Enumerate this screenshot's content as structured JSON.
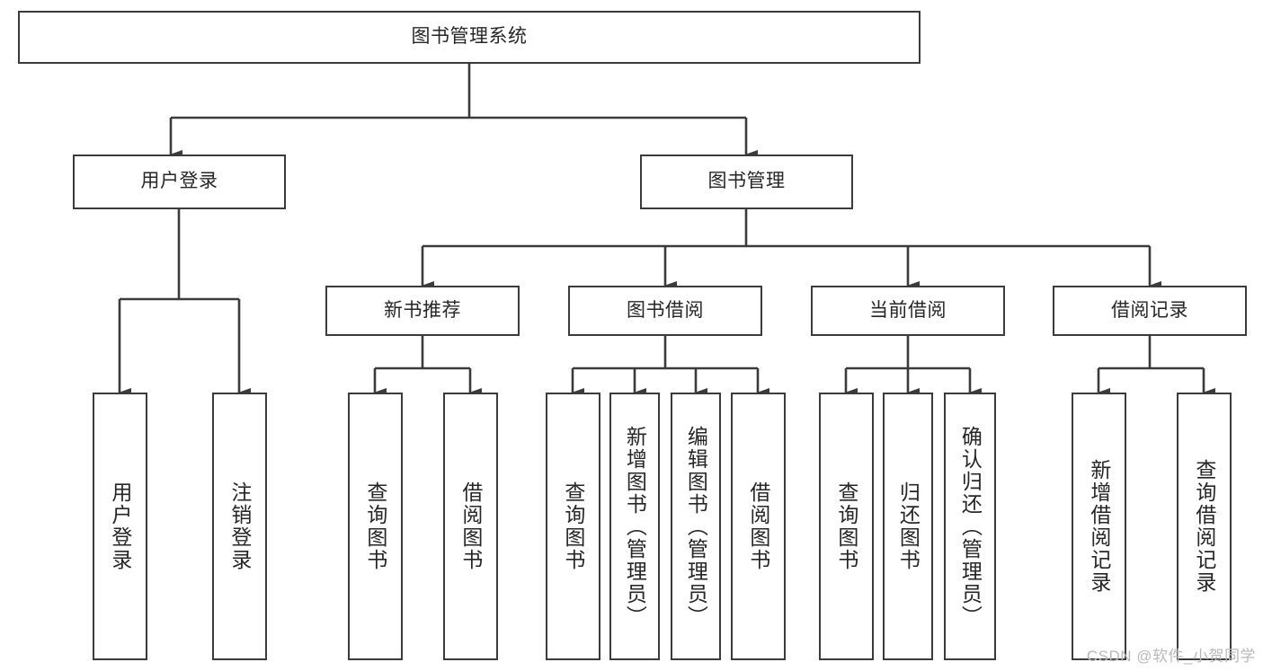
{
  "diagram": {
    "title": "图书管理系统",
    "type": "tree-hierarchy-diagram",
    "colors": {
      "box_border": "#3b3b3b",
      "box_fill": "#ffffff",
      "edge": "#3b3b3b",
      "text": "#262626",
      "watermark": "#b9b9b9",
      "background": "#ffffff"
    },
    "root": {
      "label": "图书管理系统"
    },
    "level2": [
      {
        "label": "用户登录"
      },
      {
        "label": "图书管理"
      }
    ],
    "level3": [
      {
        "label": "新书推荐"
      },
      {
        "label": "图书借阅"
      },
      {
        "label": "当前借阅"
      },
      {
        "label": "借阅记录"
      }
    ],
    "leaves": {
      "user_login": [
        {
          "label": "用户登录"
        },
        {
          "label": "注销登录"
        }
      ],
      "new_book_recommend": [
        {
          "label": "查询图书"
        },
        {
          "label": "借阅图书"
        }
      ],
      "book_borrow": [
        {
          "label": "查询图书"
        },
        {
          "label": "新增图书（管理员）"
        },
        {
          "label": "编辑图书（管理员）"
        },
        {
          "label": "借阅图书"
        }
      ],
      "current_borrow": [
        {
          "label": "查询图书"
        },
        {
          "label": "归还图书"
        },
        {
          "label": "确认归还（管理员）"
        }
      ],
      "borrow_record": [
        {
          "label": "新增借阅记录"
        },
        {
          "label": "查询借阅记录"
        }
      ]
    }
  },
  "watermark": {
    "text": "CSDN @软件_小贺同学"
  }
}
